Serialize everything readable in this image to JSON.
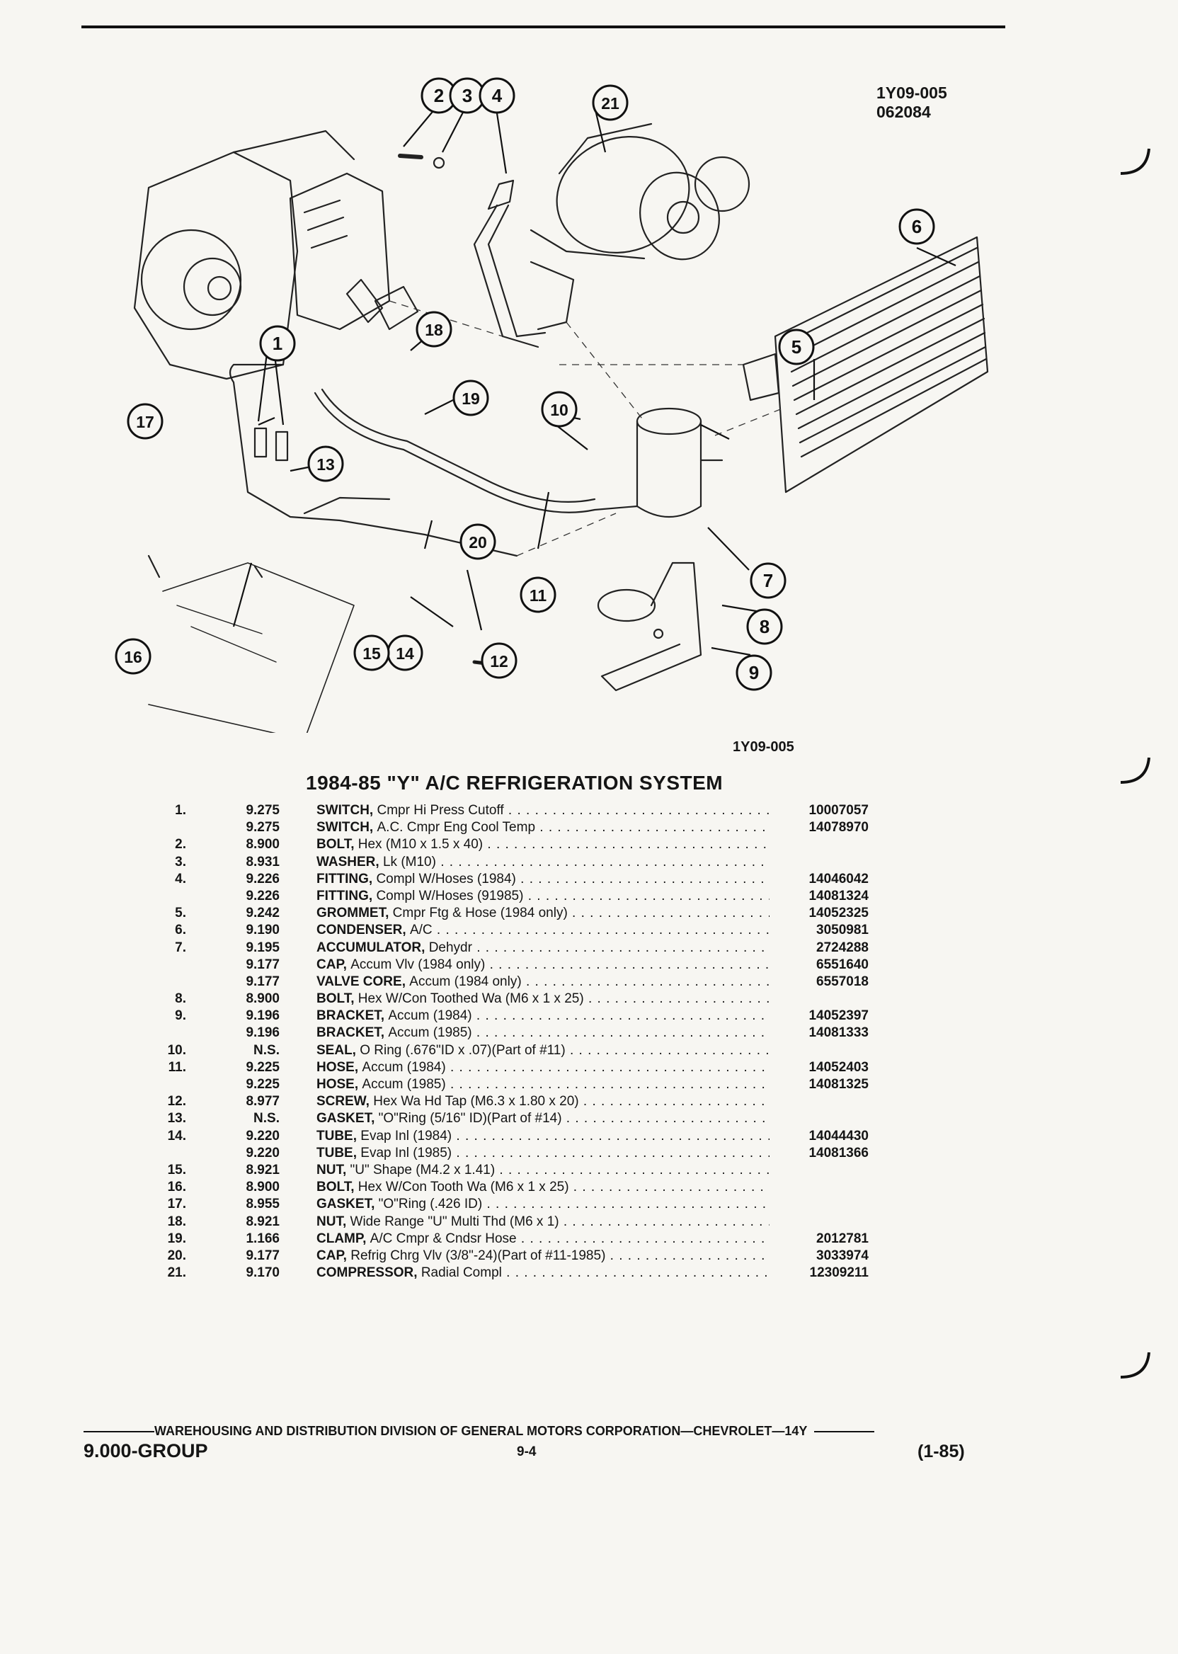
{
  "figure": {
    "code": "1Y09-005",
    "date_code": "062084",
    "bottom_code": "1Y09-005",
    "callouts": [
      "1",
      "2",
      "3",
      "4",
      "5",
      "6",
      "7",
      "8",
      "9",
      "10",
      "11",
      "12",
      "13",
      "14",
      "15",
      "16",
      "17",
      "18",
      "19",
      "20",
      "21"
    ]
  },
  "list": {
    "title": "1984-85 \"Y\" A/C REFRIGERATION SYSTEM",
    "rows": [
      {
        "num": "1.",
        "group": "9.275",
        "name": "SWITCH,",
        "detail": "Cmpr Hi Press Cutoff",
        "part": "10007057"
      },
      {
        "num": "",
        "group": "9.275",
        "name": "SWITCH,",
        "detail": "A.C. Cmpr Eng Cool Temp",
        "part": "14078970"
      },
      {
        "num": "2.",
        "group": "8.900",
        "name": "BOLT,",
        "detail": "Hex (M10 x 1.5 x 40)",
        "part": ""
      },
      {
        "num": "3.",
        "group": "8.931",
        "name": "WASHER,",
        "detail": "Lk (M10)",
        "part": ""
      },
      {
        "num": "4.",
        "group": "9.226",
        "name": "FITTING,",
        "detail": "Compl W/Hoses (1984)",
        "part": "14046042"
      },
      {
        "num": "",
        "group": "9.226",
        "name": "FITTING,",
        "detail": "Compl W/Hoses (91985)",
        "part": "14081324"
      },
      {
        "num": "5.",
        "group": "9.242",
        "name": "GROMMET,",
        "detail": "Cmpr Ftg & Hose (1984 only)",
        "part": "14052325"
      },
      {
        "num": "6.",
        "group": "9.190",
        "name": "CONDENSER,",
        "detail": "A/C",
        "part": "3050981"
      },
      {
        "num": "7.",
        "group": "9.195",
        "name": "ACCUMULATOR,",
        "detail": "Dehydr",
        "part": "2724288"
      },
      {
        "num": "",
        "group": "9.177",
        "name": "CAP,",
        "detail": "Accum Vlv (1984 only)",
        "part": "6551640"
      },
      {
        "num": "",
        "group": "9.177",
        "name": "VALVE CORE,",
        "detail": "Accum (1984 only)",
        "part": "6557018"
      },
      {
        "num": "8.",
        "group": "8.900",
        "name": "BOLT,",
        "detail": "Hex W/Con Toothed Wa (M6 x 1 x 25)",
        "part": ""
      },
      {
        "num": "9.",
        "group": "9.196",
        "name": "BRACKET,",
        "detail": "Accum (1984)",
        "part": "14052397"
      },
      {
        "num": "",
        "group": "9.196",
        "name": "BRACKET,",
        "detail": "Accum (1985)",
        "part": "14081333"
      },
      {
        "num": "10.",
        "group": "N.S.",
        "name": "SEAL,",
        "detail": "O Ring (.676\"ID x .07)(Part of #11)",
        "part": ""
      },
      {
        "num": "11.",
        "group": "9.225",
        "name": "HOSE,",
        "detail": "Accum (1984)",
        "part": "14052403"
      },
      {
        "num": "",
        "group": "9.225",
        "name": "HOSE,",
        "detail": "Accum (1985)",
        "part": "14081325"
      },
      {
        "num": "12.",
        "group": "8.977",
        "name": "SCREW,",
        "detail": "Hex Wa Hd Tap (M6.3 x 1.80 x 20)",
        "part": ""
      },
      {
        "num": "13.",
        "group": "N.S.",
        "name": "GASKET,",
        "detail": "\"O\"Ring (5/16\" ID)(Part of #14)",
        "part": ""
      },
      {
        "num": "14.",
        "group": "9.220",
        "name": "TUBE,",
        "detail": "Evap Inl (1984)",
        "part": "14044430"
      },
      {
        "num": "",
        "group": "9.220",
        "name": "TUBE,",
        "detail": "Evap Inl (1985)",
        "part": "14081366"
      },
      {
        "num": "15.",
        "group": "8.921",
        "name": "NUT,",
        "detail": "\"U\" Shape (M4.2 x 1.41)",
        "part": ""
      },
      {
        "num": "16.",
        "group": "8.900",
        "name": "BOLT,",
        "detail": "Hex W/Con Tooth Wa (M6 x 1 x 25)",
        "part": ""
      },
      {
        "num": "17.",
        "group": "8.955",
        "name": "GASKET,",
        "detail": "\"O\"Ring (.426 ID)",
        "part": ""
      },
      {
        "num": "18.",
        "group": "8.921",
        "name": "NUT,",
        "detail": "Wide Range \"U\" Multi Thd (M6 x 1)",
        "part": ""
      },
      {
        "num": "19.",
        "group": "1.166",
        "name": "CLAMP,",
        "detail": "A/C Cmpr & Cndsr Hose",
        "part": "2012781"
      },
      {
        "num": "20.",
        "group": "9.177",
        "name": "CAP,",
        "detail": "Refrig Chrg Vlv (3/8\"-24)(Part of #11-1985)",
        "part": "3033974"
      },
      {
        "num": "21.",
        "group": "9.170",
        "name": "COMPRESSOR,",
        "detail": "Radial Compl",
        "part": "12309211"
      }
    ]
  },
  "footer": {
    "division": "WAREHOUSING AND DISTRIBUTION DIVISION OF GENERAL MOTORS CORPORATION—CHEVROLET—14Y",
    "group": "9.000-GROUP",
    "page": "9-4",
    "revision": "(1-85)"
  }
}
